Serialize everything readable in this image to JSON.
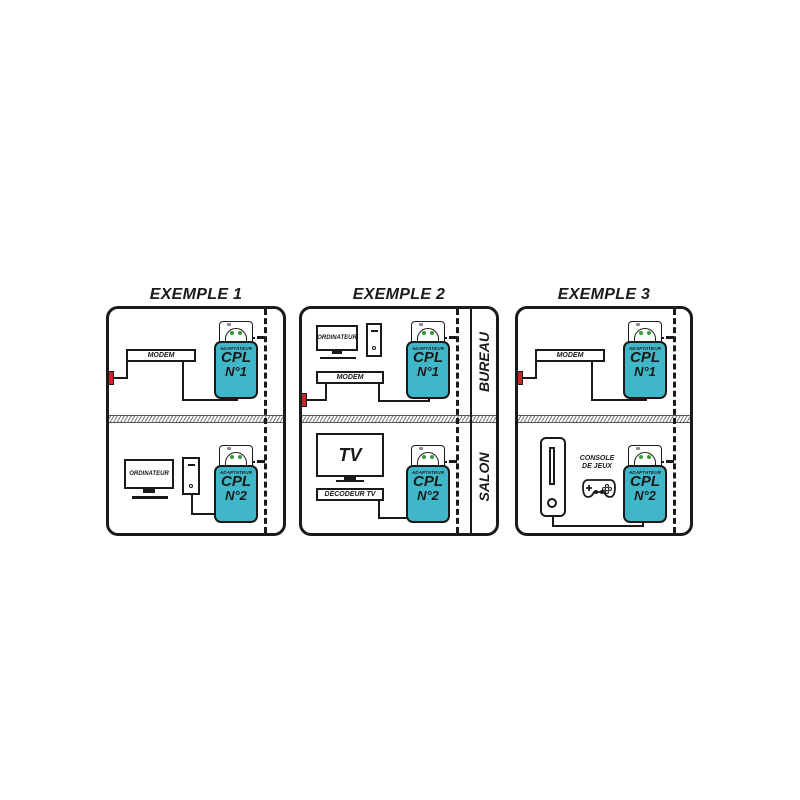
{
  "colors": {
    "outline": "#1a1a1a",
    "adapter_fill": "#3fb7c9",
    "wall_plug": "#c62828",
    "socket_pins": "#3a9a3a",
    "background": "#ffffff"
  },
  "examples": [
    {
      "title": "EXEMPLE 1",
      "top": {
        "devices": [
          {
            "type": "modem",
            "label": "MODEM"
          }
        ],
        "adapter": {
          "small_label": "ADAPTATEUR",
          "name": "CPL",
          "number": "N°1"
        },
        "has_wall_plug": true
      },
      "bottom": {
        "devices": [
          {
            "type": "computer",
            "label": "ORDINATEUR"
          }
        ],
        "adapter": {
          "small_label": "ADAPTATEUR",
          "name": "CPL",
          "number": "N°2"
        }
      }
    },
    {
      "title": "EXEMPLE 2",
      "rooms": {
        "top": "BUREAU",
        "bottom": "SALON"
      },
      "top": {
        "devices": [
          {
            "type": "computer",
            "label": "ORDINATEUR"
          },
          {
            "type": "modem",
            "label": "MODEM"
          }
        ],
        "adapter": {
          "small_label": "ADAPTATEUR",
          "name": "CPL",
          "number": "N°1"
        },
        "has_wall_plug": true
      },
      "bottom": {
        "devices": [
          {
            "type": "tv",
            "label": "TV"
          },
          {
            "type": "decoder",
            "label": "DÉCODEUR TV"
          }
        ],
        "adapter": {
          "small_label": "ADAPTATEUR",
          "name": "CPL",
          "number": "N°2"
        }
      }
    },
    {
      "title": "EXEMPLE 3",
      "top": {
        "devices": [
          {
            "type": "modem",
            "label": "MODEM"
          }
        ],
        "adapter": {
          "small_label": "ADAPTATEUR",
          "name": "CPL",
          "number": "N°1"
        },
        "has_wall_plug": true
      },
      "bottom": {
        "devices": [
          {
            "type": "game-console",
            "label_line1": "CONSOLE",
            "label_line2": "DE JEUX"
          }
        ],
        "adapter": {
          "small_label": "ADAPTATEUR",
          "name": "CPL",
          "number": "N°2"
        }
      }
    }
  ]
}
